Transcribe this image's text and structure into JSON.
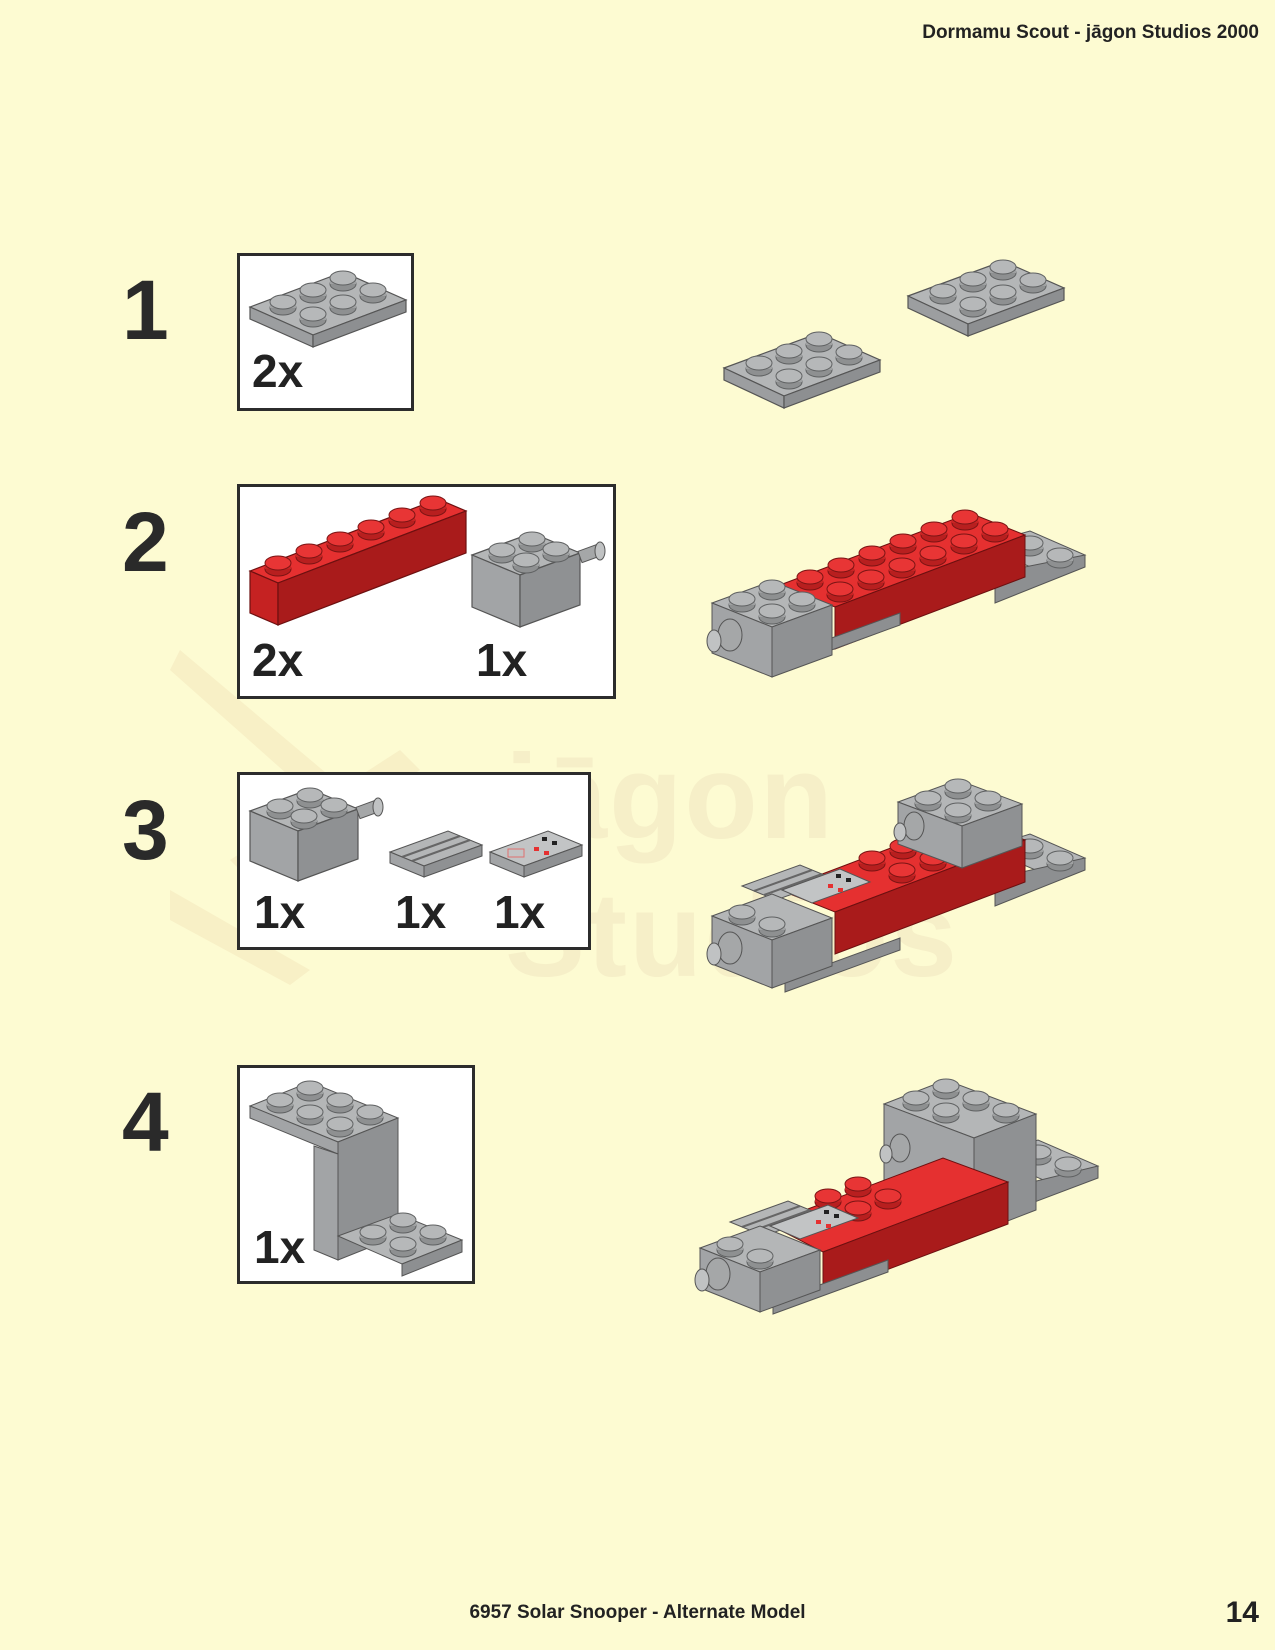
{
  "header": {
    "title": "Dormamu Scout - jāgon Studios 2000"
  },
  "watermark": {
    "text": "jāgon Studios"
  },
  "footer": {
    "title": "6957 Solar Snooper - Alternate Model",
    "page_number": "14"
  },
  "colors": {
    "background": "#fdfbd2",
    "brick_gray": "#a9abac",
    "brick_red": "#dd2a2a"
  },
  "steps": [
    {
      "number": "1",
      "parts": [
        {
          "name": "plate 2x3 gray",
          "qty": "2x"
        }
      ]
    },
    {
      "number": "2",
      "parts": [
        {
          "name": "brick 1x6 red",
          "qty": "2x"
        },
        {
          "name": "brick 2x2 with pin gray",
          "qty": "1x"
        }
      ]
    },
    {
      "number": "3",
      "parts": [
        {
          "name": "brick 2x2 with pin gray",
          "qty": "1x"
        },
        {
          "name": "grille tile 1x2 gray",
          "qty": "1x"
        },
        {
          "name": "printed tile 1x2 gray",
          "qty": "1x"
        }
      ]
    },
    {
      "number": "4",
      "parts": [
        {
          "name": "bracket gray",
          "qty": "1x"
        }
      ]
    }
  ]
}
